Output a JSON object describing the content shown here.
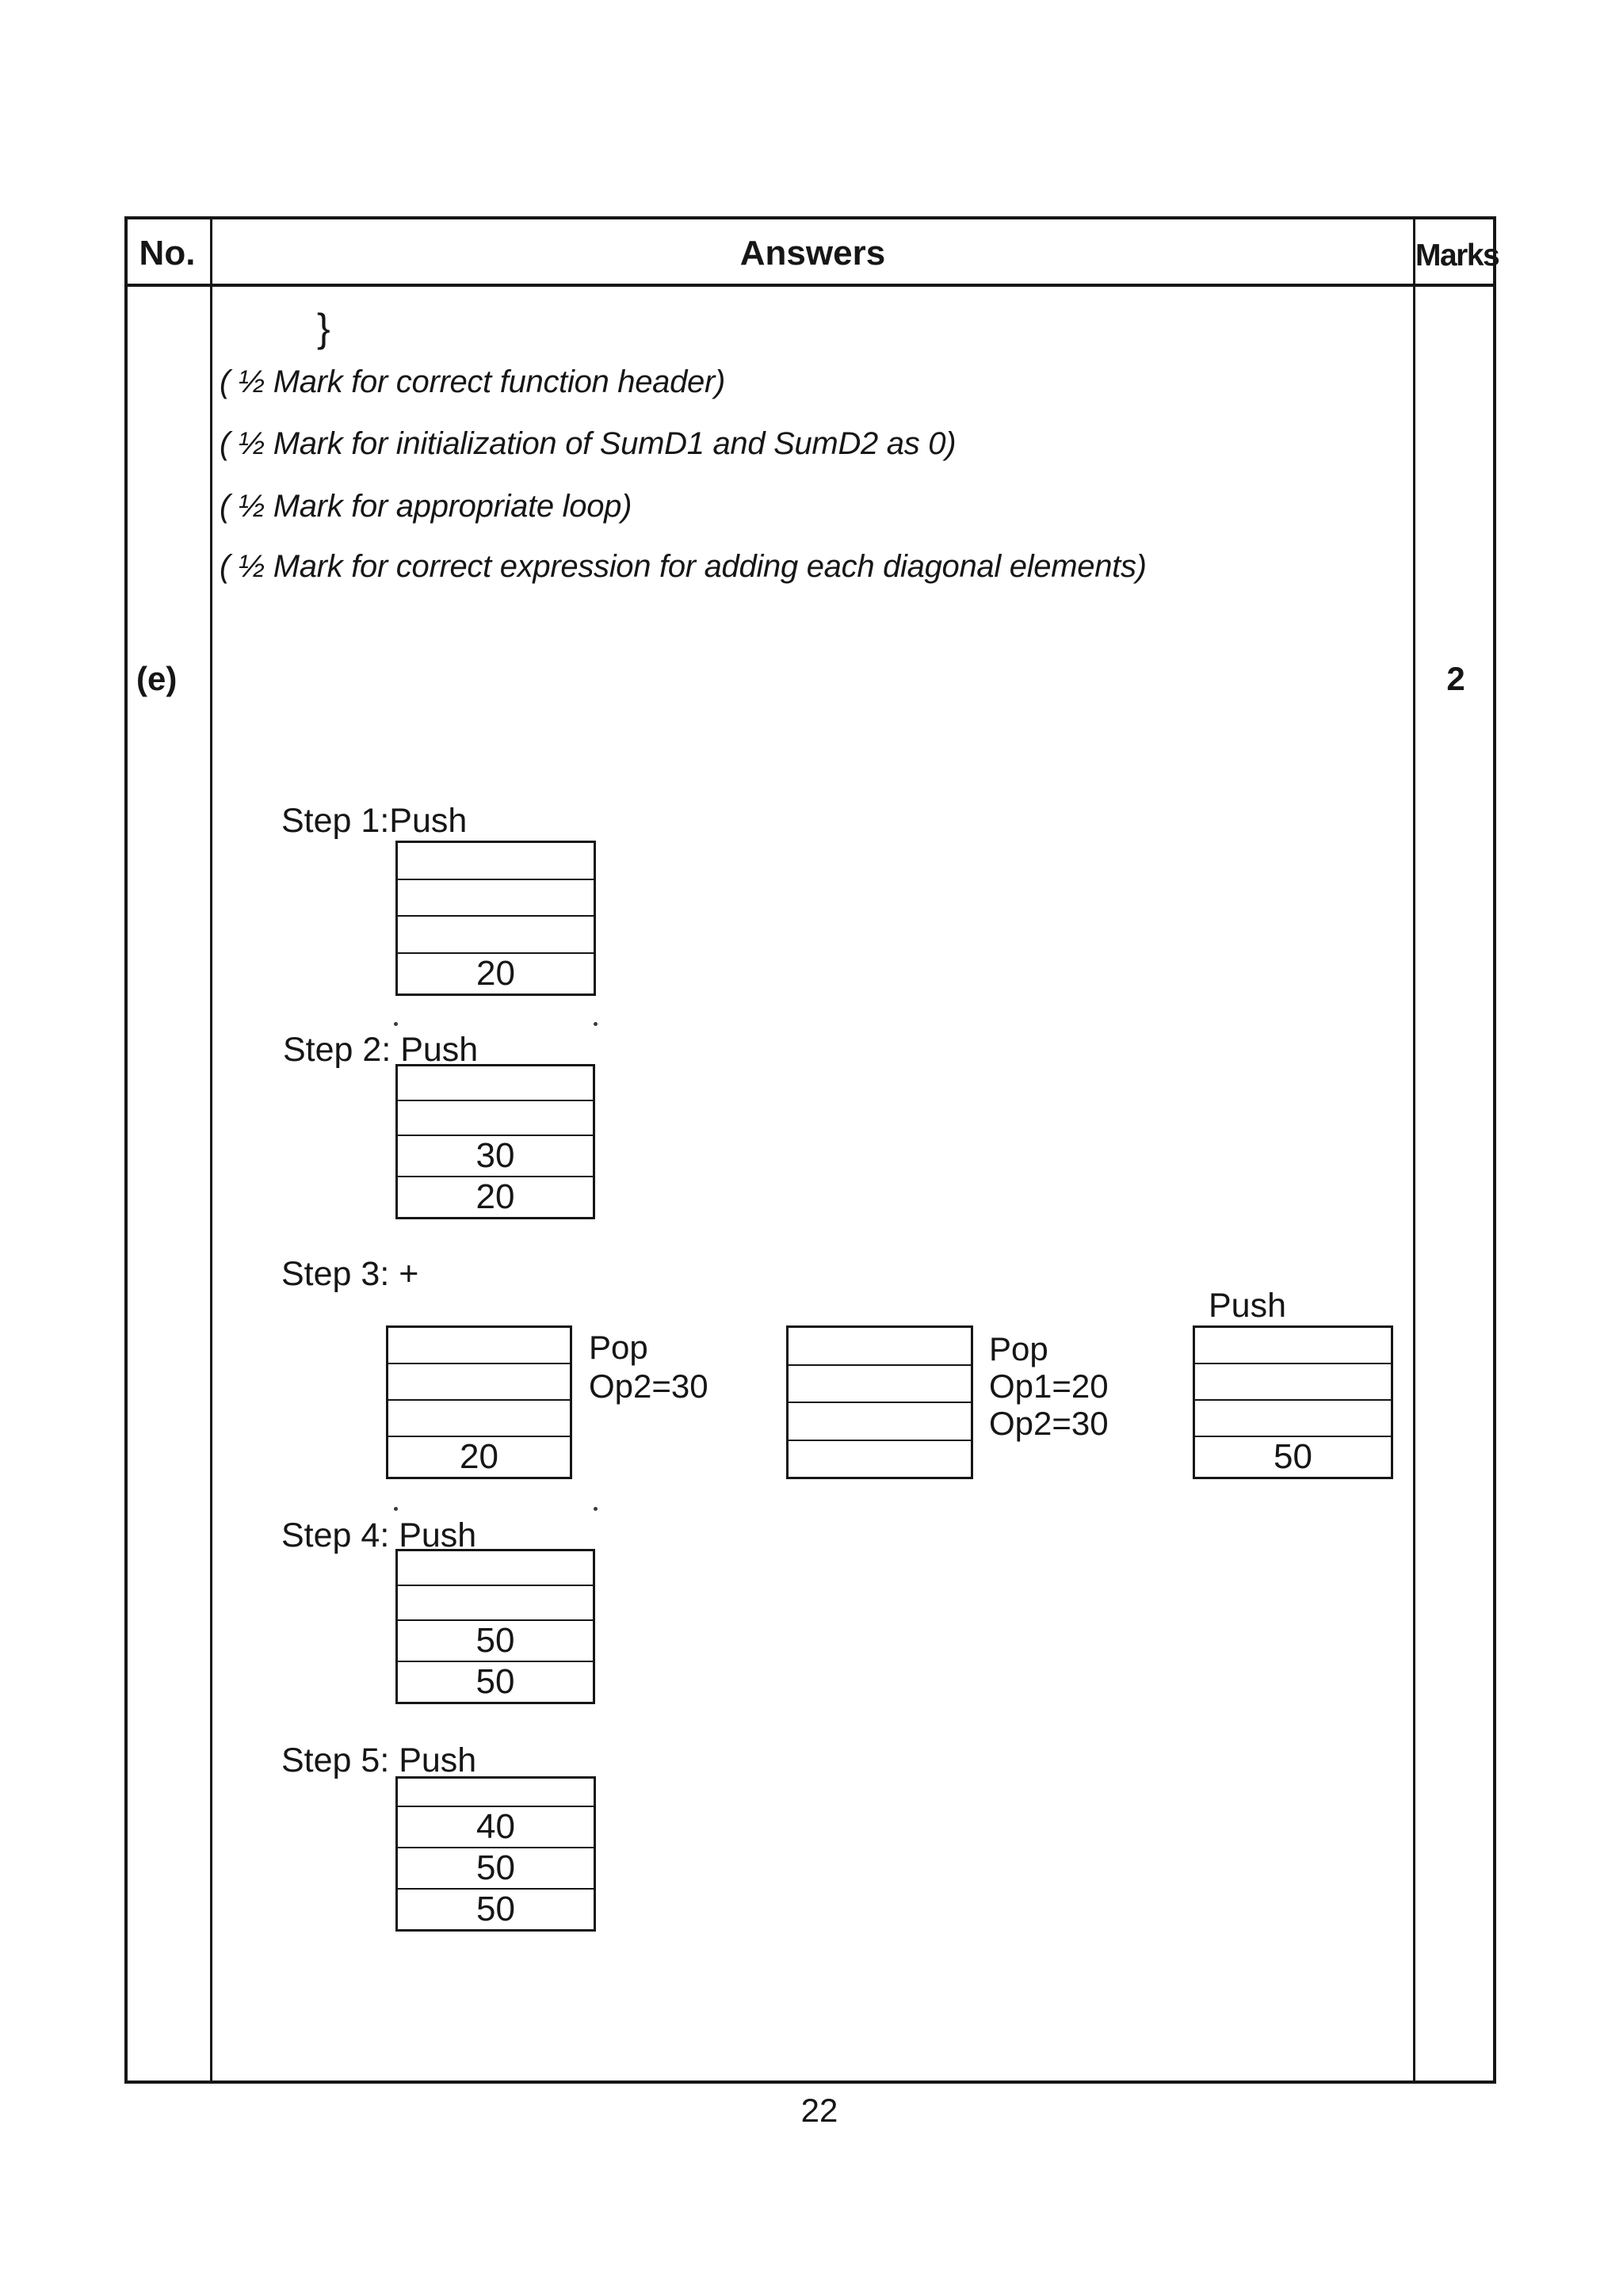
{
  "table": {
    "headers": {
      "no": "No.",
      "answers": "Answers",
      "marks": "Marks"
    },
    "row": {
      "no": "(e)",
      "marks": "2",
      "closing_brace": "}",
      "criteria": [
        "( ½ Mark for correct function header)",
        "( ½ Mark for initialization of SumD1 and SumD2 as 0)",
        "( ½ Mark for appropriate loop)",
        "( ½ Mark for correct expression for adding each diagonal elements)"
      ],
      "steps": [
        {
          "label": "Step 1:Push",
          "stack": [
            "",
            "",
            "",
            "20"
          ]
        },
        {
          "label": "Step 2: Push",
          "stack": [
            "",
            "",
            "30",
            "20"
          ]
        },
        {
          "label": "Step 3: +",
          "push_label": "Push",
          "stacks": [
            {
              "cells": [
                "",
                "",
                "",
                "20"
              ],
              "labels": [
                "Pop",
                "Op2=30"
              ]
            },
            {
              "cells": [
                "",
                "",
                "",
                ""
              ],
              "labels": [
                "Pop",
                "Op1=20",
                "Op2=30"
              ]
            },
            {
              "cells": [
                "",
                "",
                "",
                "50"
              ],
              "labels": []
            }
          ]
        },
        {
          "label": "Step 4: Push",
          "stack": [
            "",
            "",
            "50",
            "50"
          ]
        },
        {
          "label": "Step 5: Push",
          "stack": [
            "",
            "40",
            "50",
            "50"
          ]
        }
      ]
    }
  },
  "footer": {
    "page_number": "22"
  }
}
